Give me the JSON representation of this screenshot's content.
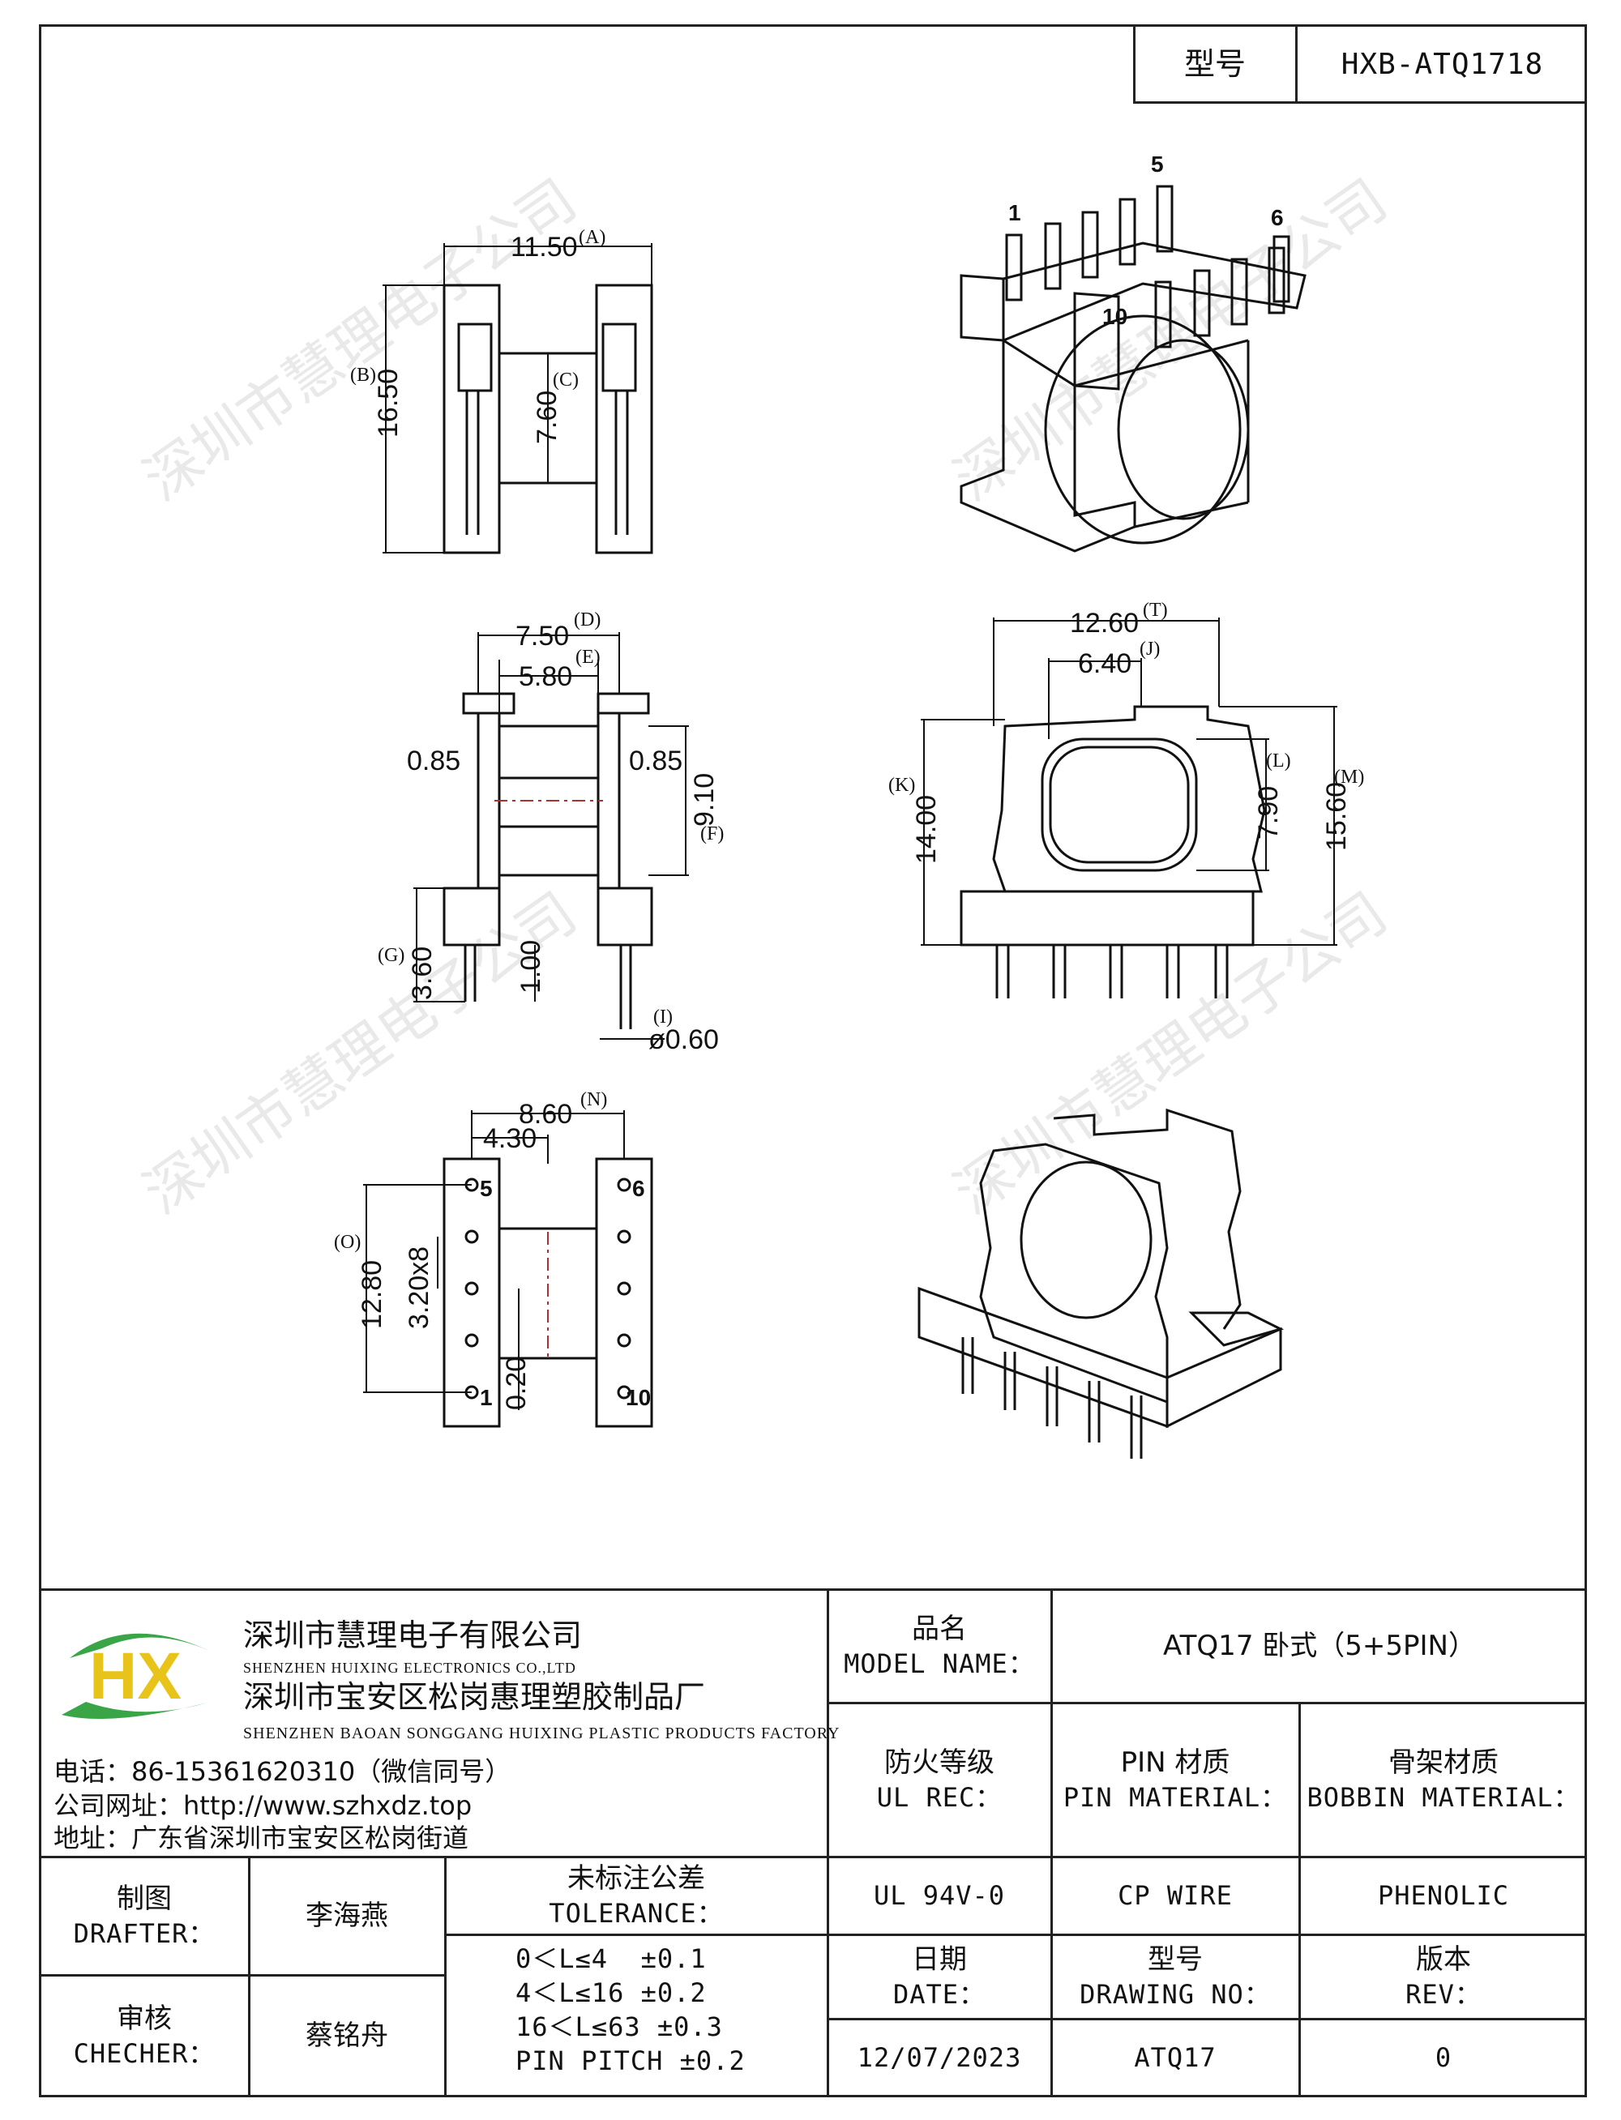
{
  "header": {
    "model_label": "型号",
    "model_value": "HXB-ATQ1718"
  },
  "watermark": "深圳市慧理电子公司",
  "views": {
    "side": {
      "a": "11.50",
      "a_tag": "(A)",
      "b": "16.50",
      "b_tag": "(B)",
      "c": "7.60",
      "c_tag": "(C)"
    },
    "front": {
      "d": "7.50",
      "d_tag": "(D)",
      "e": "5.80",
      "e_tag": "(E)",
      "left_085": "0.85",
      "right_085": "0.85",
      "f": "9.10",
      "f_tag": "(F)",
      "g": "3.60",
      "g_tag": "(G)",
      "h": "1.00",
      "i_tag": "(I)",
      "i": "ø0.60"
    },
    "end": {
      "t": "12.60",
      "t_tag": "(T)",
      "j": "6.40",
      "j_tag": "(J)",
      "k": "14.00",
      "k_tag": "(K)",
      "l": "7.90",
      "l_tag": "(L)",
      "m": "15.60",
      "m_tag": "(M)"
    },
    "bottom": {
      "n": "8.60",
      "n_tag": "(N)",
      "p": "4.30",
      "o": "12.80",
      "o_tag": "(O)",
      "pitch": "3.20x8",
      "gap": "0.20",
      "pin_5": "5",
      "pin_6": "6",
      "pin_1": "1",
      "pin_10": "10"
    },
    "iso_top": {
      "pin_1": "1",
      "pin_5": "5",
      "pin_6": "6",
      "pin_10": "10"
    }
  },
  "company": {
    "logo_text": "HX",
    "name_cn": "深圳市慧理电子有限公司",
    "name_en": "SHENZHEN HUIXING ELECTRONICS CO.,LTD",
    "factory_cn": "深圳市宝安区松岗惠理塑胶制品厂",
    "factory_en": "SHENZHEN BAOAN SONGGANG HUIXING PLASTIC PRODUCTS FACTORY",
    "phone": "电话：86-15361620310（微信同号）",
    "website": "公司网址：http://www.szhxdz.top",
    "address": "地址：广东省深圳市宝安区松岗街道"
  },
  "title_block": {
    "model_name_cn": "品名",
    "model_name_en": "MODEL NAME：",
    "model_name_value": "ATQ17 卧式（5+5PIN）",
    "ul_cn": "防火等级",
    "ul_en": "UL REC：",
    "pin_mat_cn": "PIN 材质",
    "pin_mat_en": "PIN MATERIAL：",
    "bobbin_cn": "骨架材质",
    "bobbin_en": "BOBBIN MATERIAL：",
    "ul_value": "UL 94V-0",
    "pin_value": "CP WIRE",
    "bobbin_value": "PHENOLIC",
    "drafter_cn": "制图",
    "drafter_en": "DRAFTER：",
    "drafter_name": "李海燕",
    "checker_cn": "审核",
    "checker_en": "CHECHER：",
    "checker_name": "蔡铭舟",
    "tolerance_cn": "未标注公差",
    "tolerance_en": "TOLERANCE：",
    "tolerances": [
      "0＜L≤4  ±0.1",
      "4＜L≤16 ±0.2",
      "16＜L≤63 ±0.3",
      "PIN PITCH ±0.2"
    ],
    "date_cn": "日期",
    "date_en": "DATE：",
    "drawing_cn": "型号",
    "drawing_en": "DRAWING NO：",
    "rev_cn": "版本",
    "rev_en": "REV：",
    "date_value": "12/07/2023",
    "drawing_value": "ATQ17",
    "rev_value": "0"
  },
  "colors": {
    "logo_green": "#3aa547",
    "logo_yellow": "#e8c41a",
    "centerline": "#b03030"
  }
}
